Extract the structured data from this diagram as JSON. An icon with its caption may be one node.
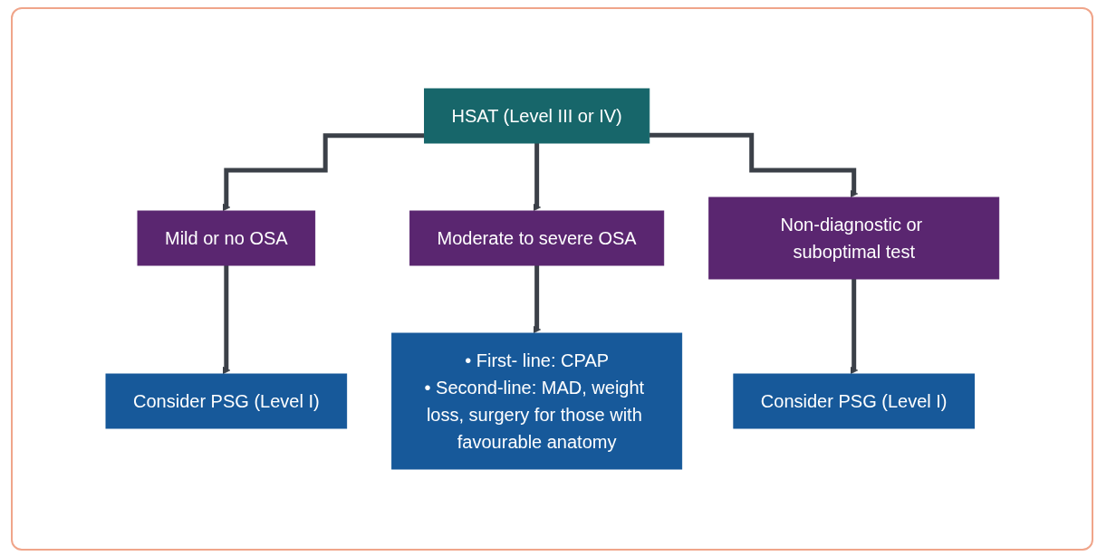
{
  "diagram": {
    "nodes": [
      {
        "text": [
          "HSAT (Level III or IV)"
        ]
      },
      {
        "text": [
          "Mild or no OSA"
        ]
      },
      {
        "text": [
          "Moderate to severe OSA"
        ]
      },
      {
        "text": [
          "Non-diagnostic or suboptimal test"
        ]
      },
      {
        "text": [
          "Consider PSG (Level I)"
        ]
      },
      {
        "text": [
          "• First- line: CPAP",
          "• Second-line: MAD, weight loss, surgery for those with favourable anatomy"
        ]
      },
      {
        "text": [
          "Consider PSG (Level I)"
        ]
      }
    ],
    "edges": [
      {
        "from": 0,
        "to": 1,
        "arrow": "to"
      },
      {
        "from": 0,
        "to": 2,
        "arrow": "to"
      },
      {
        "from": 0,
        "to": 3,
        "arrow": "to"
      },
      {
        "from": 1,
        "to": 4,
        "arrow": "to"
      },
      {
        "from": 2,
        "to": 5,
        "arrow": "to"
      },
      {
        "from": 3,
        "to": 6,
        "arrow": "to"
      }
    ]
  }
}
